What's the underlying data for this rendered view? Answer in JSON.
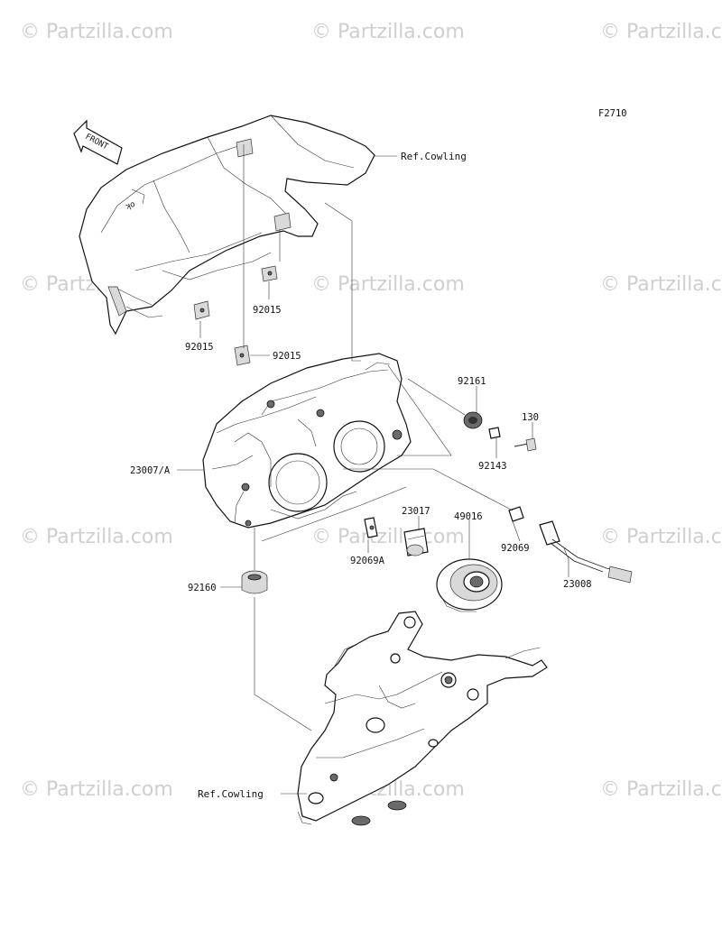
{
  "watermark": "© Partzilla.com",
  "figure_code": "F2710",
  "front_label": "FRONT",
  "ref_labels": {
    "cowling_top": "Ref.Cowling",
    "cowling_bottom": "Ref.Cowling"
  },
  "parts": {
    "p92015_a": "92015",
    "p92015_b": "92015",
    "p92015_c": "92015",
    "p92161": "92161",
    "p130": "130",
    "p92143": "92143",
    "p23007a": "23007/A",
    "p23017": "23017",
    "p49016": "49016",
    "p92069": "92069",
    "p92069a": "92069A",
    "p23008": "23008",
    "p92160": "92160"
  }
}
